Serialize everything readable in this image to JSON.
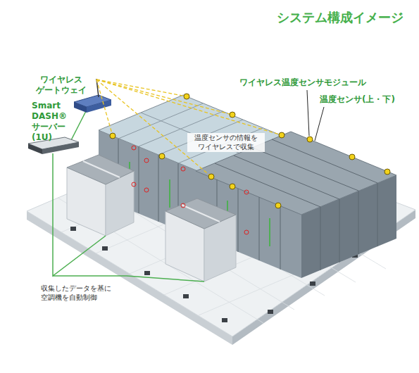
{
  "diagram": {
    "title": "システム構成イメージ",
    "labels": [
      "ワイヤレス ゲートウェイ",
      "Smart DASH® サーバー(1U)",
      "ワイヤレス温度センサモジュール",
      "温度センサ(上・下)",
      "温度センサの情報を ワイヤレスで収集",
      "収集したデータを基に 空調機を自動制御"
    ]
  }
}
